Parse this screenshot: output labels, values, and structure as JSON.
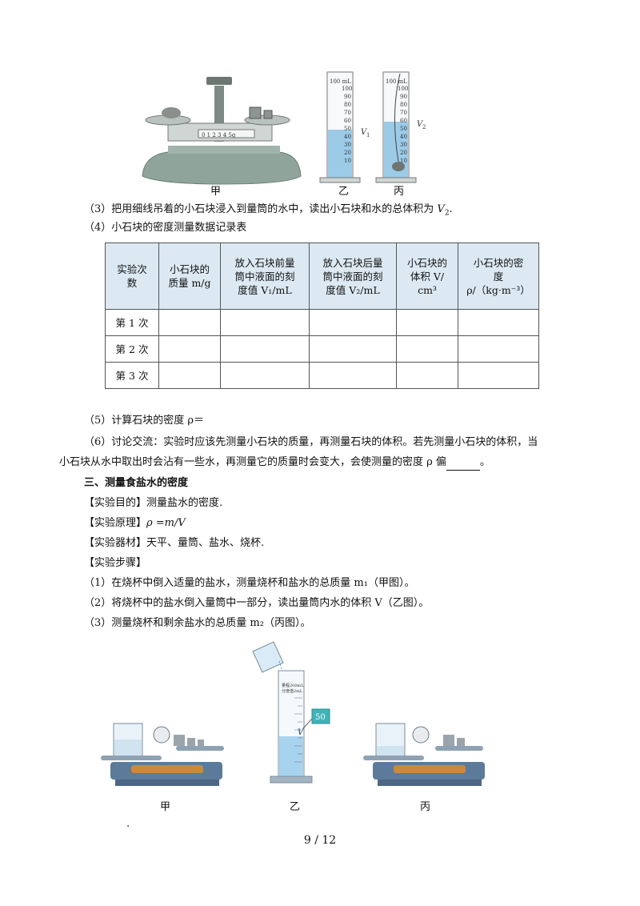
{
  "figure_top": {
    "captions": [
      "甲",
      "乙",
      "丙"
    ],
    "balance_scale_labels": [
      "0",
      "1",
      "2",
      "3",
      "4",
      "5g"
    ],
    "cylinder_top_label": "100 mL",
    "cylinder_ticks": [
      "100",
      "90",
      "80",
      "70",
      "60",
      "50",
      "40",
      "30",
      "20",
      "10"
    ],
    "v1_label": "V",
    "v1_sub": "1",
    "v2_label": "V",
    "v2_sub": "2",
    "water_color": "#9ccbe8"
  },
  "step3": {
    "text": "（3）把用细线吊着的小石块浸入到量筒的水中，读出小石块和水的总体积为",
    "var": "V",
    "sub": "2",
    "end": "."
  },
  "step4": "（4）小石块的密度测量数据记录表",
  "table": {
    "headers": [
      [
        "实验次",
        "数"
      ],
      [
        "小石块的",
        "质量 m/g"
      ],
      [
        "放入石块前量",
        "筒中液面的刻",
        "度值 V₁/mL"
      ],
      [
        "放入石块后量",
        "筒中液面的刻",
        "度值 V₂/mL"
      ],
      [
        "小石块的",
        "体积 V/",
        "cm³"
      ],
      [
        "小石块的密",
        "度",
        "ρ/（kg·m⁻³）"
      ]
    ],
    "rows": [
      [
        "第 1 次",
        "",
        "",
        "",
        "",
        ""
      ],
      [
        "第 2 次",
        "",
        "",
        "",
        "",
        ""
      ],
      [
        "第 3 次",
        "",
        "",
        "",
        "",
        ""
      ]
    ],
    "header_bg": "#dce9f3"
  },
  "step5": "（5）计算石块的密度 ρ＝",
  "step6": {
    "line1": "（6）讨论交流：实验时应该先测量小石块的质量，再测量石块的体积。若先测量小石块的体积，当",
    "line2": "小石块从水中取出时会沾有一些水，再测量它的质量时会变大，会使测量的密度 ρ 偏",
    "end": "。"
  },
  "section3": {
    "title": "三、测量食盐水的密度",
    "purpose": "【实验目的】测量盐水的密度.",
    "principle_label": "【实验原理】",
    "principle_formula": "ρ =m/V",
    "equipment": "【实验器材】天平、量筒、盐水、烧杯.",
    "steps_label": "【实验步骤】",
    "s1": "（1）在烧杯中倒入适量的盐水，测量烧杯和盐水的总质量 m₁（甲图）。",
    "s2": "（2）将烧杯中的盐水倒入量筒中一部分，读出量筒内水的体积 V（乙图）。",
    "s3": "（3）测量烧杯和剩余盐水的总质量 m₂（丙图）。"
  },
  "figure_bottom": {
    "captions": [
      "甲",
      "乙",
      "丙"
    ],
    "reading_box": "50",
    "v_label": "V",
    "cylinder_label_line1": "量程200mL",
    "cylinder_label_line2": "分度值2mL",
    "box_color": "#3fb3b8"
  },
  "footer": {
    "page": "9",
    "sep": "/",
    "total": "12"
  },
  "dot": "."
}
